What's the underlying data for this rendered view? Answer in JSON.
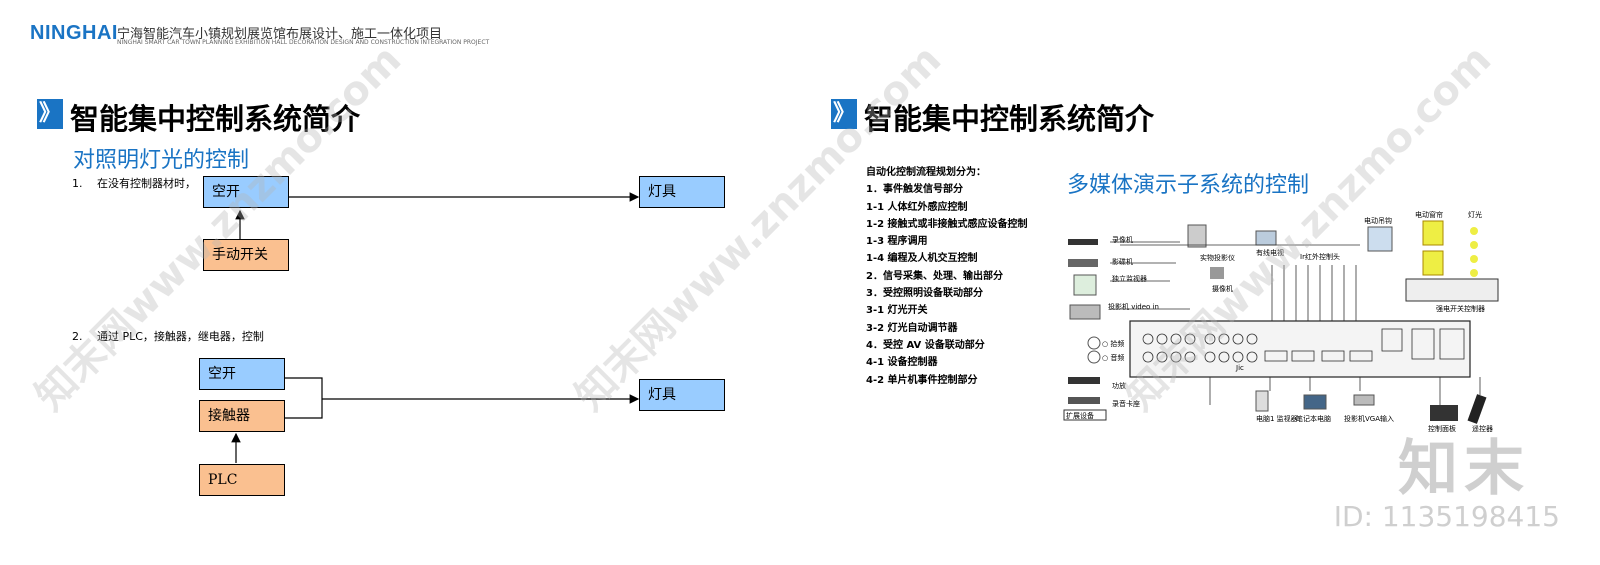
{
  "header": {
    "logo": "NINGHAI",
    "title_cn": "宁海智能汽车小镇规划展览馆布展设计、施工一体化项目",
    "title_en": "NINGHAI SMART CAR TOWN PLANNING EXHIBITION HALL DECORATION DESIGN AND CONSTRUCTION INTEGRATION PROJECT"
  },
  "left": {
    "marker": "》",
    "heading": "智能集中控制系统简介",
    "subheading": "对照明灯光的控制",
    "item1": "1.　 在没有控制器材时，",
    "item2": "2.　 通过 PLC，接触器，继电器，控制",
    "d1": {
      "switch": "空开",
      "manual": "手动开关",
      "lamp": "灯具"
    },
    "d2": {
      "switch": "空开",
      "contactor": "接触器",
      "plc": "PLC",
      "lamp": "灯具"
    }
  },
  "right": {
    "marker": "》",
    "heading": "智能集中控制系统简介",
    "subheading": "多媒体演示子系统的控制",
    "flow_title": "自动化控制流程规划分为：",
    "flow_items": [
      "1．事件触发信号部分",
      "1-1 人体红外感应控制",
      "1-2 接触式或非接触式感应设备控制",
      "1-3 程序调用",
      "1-4 编程及人机交互控制",
      "2．信号采集、处理、输出部分",
      "3．受控照明设备联动部分",
      "3-1 灯光开关",
      "3-2 灯光自动调节器",
      "4．受控 AV 设备联动部分",
      "4-1 设备控制器",
      "4-2 单片机事件控制部分"
    ],
    "schematic_labels": {
      "recorder": "录像机",
      "vcd": "影碟机",
      "monitor": "独立监视器",
      "projector": "投影机 video in",
      "visualizer": "实物投影仪",
      "camera": "摄像机",
      "cable_tv": "有线电视",
      "ir_head": "Ir红外控制头",
      "electric_blind": "电动窗帘",
      "motor_hook": "电动吊钩",
      "lights": "灯光",
      "lighting_switch": "强电开关控制器",
      "amp": "功放",
      "tape": "录音卡座",
      "expand": "扩展设备",
      "pc": "电脑1\n监视器",
      "laptop": "笔记本电脑",
      "projector_vga": "投影机VGA输入",
      "control_panel": "控制面板",
      "remote": "遥控器",
      "mic1": "○ 拾频",
      "mic2": "○ 音频",
      "brand_small": "Jic"
    }
  },
  "watermark": {
    "site": "知末网www.znzmo.com",
    "brand": "知末",
    "id": "ID: 1135198415"
  }
}
